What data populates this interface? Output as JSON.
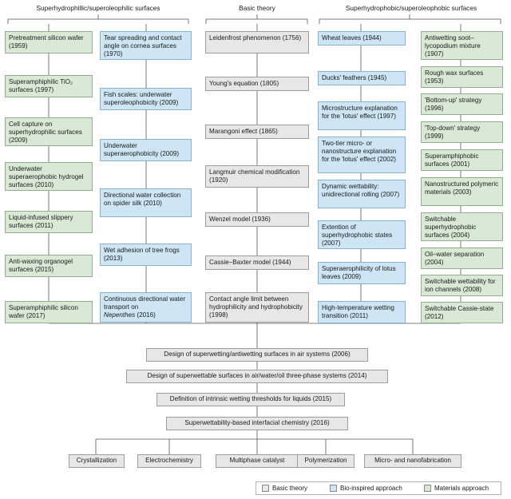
{
  "headers": {
    "left": "Superhydrophillic/superoleophilic surfaces",
    "middle": "Basic theory",
    "right": "Superhydrophobic/superoleophobic surfaces"
  },
  "col1": [
    "Pretreatment silicon wafer (1959)",
    "Superamphiphilic TiO₂ surfaces (1997)",
    "Cell capture on superhydrophilic surfaces (2009)",
    "Underwater superaerophobic hydrogel surfaces (2010)",
    "Liquid-infused slippery surfaces (2011)",
    "Anti-waxing organogel surfaces (2015)",
    "Superamphiphilic silicon wafer (2017)"
  ],
  "col2": [
    "Tear spreading and contact angle on cornea surfaces (1970)",
    "Fish scales: underwater superoleophobicity (2009)",
    "Underwater superaerophobicity (2009)",
    "Directional water collection on spider silk (2010)",
    "Wet adhesion of tree frogs (2013)",
    "Continuous directional water transport on"
  ],
  "col2_italic": "Nepenthes",
  "col2_tail": " (2016)",
  "col3": [
    "Leidenfrost phenomenon (1756)",
    "Young's equation (1805)",
    "Marangoni effect (1865)",
    "Langmuir chemical modification (1920)",
    "Wenzel model (1936)",
    "Cassie–Baxter model (1944)",
    "Contact angle limit between hydrophilicity and hydrophobicity (1998)"
  ],
  "col4": [
    "Wheat leaves (1944)",
    "Ducks' feathers (1945)",
    "Microstructure explanation for the 'lotus' effect (1997)",
    "Two-tier micro- or nanostructure explanation for the 'lotus' effect (2002)",
    "Dynamic wettability: unidirectional rolling (2007)",
    "Extention of superhydrophobic states (2007)",
    "Superaerophilicity of lotus leaves (2009)",
    "High-temperature wetting transition (2011)"
  ],
  "col5": [
    "Antiwetting soot–lycopodium mixture (1907)",
    "Rough wax surfaces (1953)",
    "'Bottom-up' strategy (1996)",
    "'Top-down' strategy (1999)",
    "Superamphiphobic surfaces (2001)",
    "Nanostructured polymeric materials (2003)",
    "Switchable superhydrophobic surfaces (2004)",
    "Oil–water separation (2004)",
    "Switchable wettability for ion channels (2008)",
    "Switchable Cassie-state (2012)"
  ],
  "flow": [
    "Design of superwetting/antiwetting surfaces in air systems (2006)",
    "Design of superwettable surfaces in air/water/oil three-phase systems (2014)",
    "Definition of intrinsic wetting thresholds for liquids (2015)",
    "Superwettability-based interfacial chemistry (2016)"
  ],
  "apps": [
    "Crystallization",
    "Electrochemistry",
    "Multiphase catalyst",
    "Polymerization",
    "Micro- and nanofabrication"
  ],
  "legend": [
    "Basic theory",
    "Bio-inspired approach",
    "Materials approach"
  ],
  "colors": {
    "basic": "#e7e7e7",
    "bio": "#cde5f4",
    "materials": "#d9e9d6",
    "line": "#555555"
  }
}
